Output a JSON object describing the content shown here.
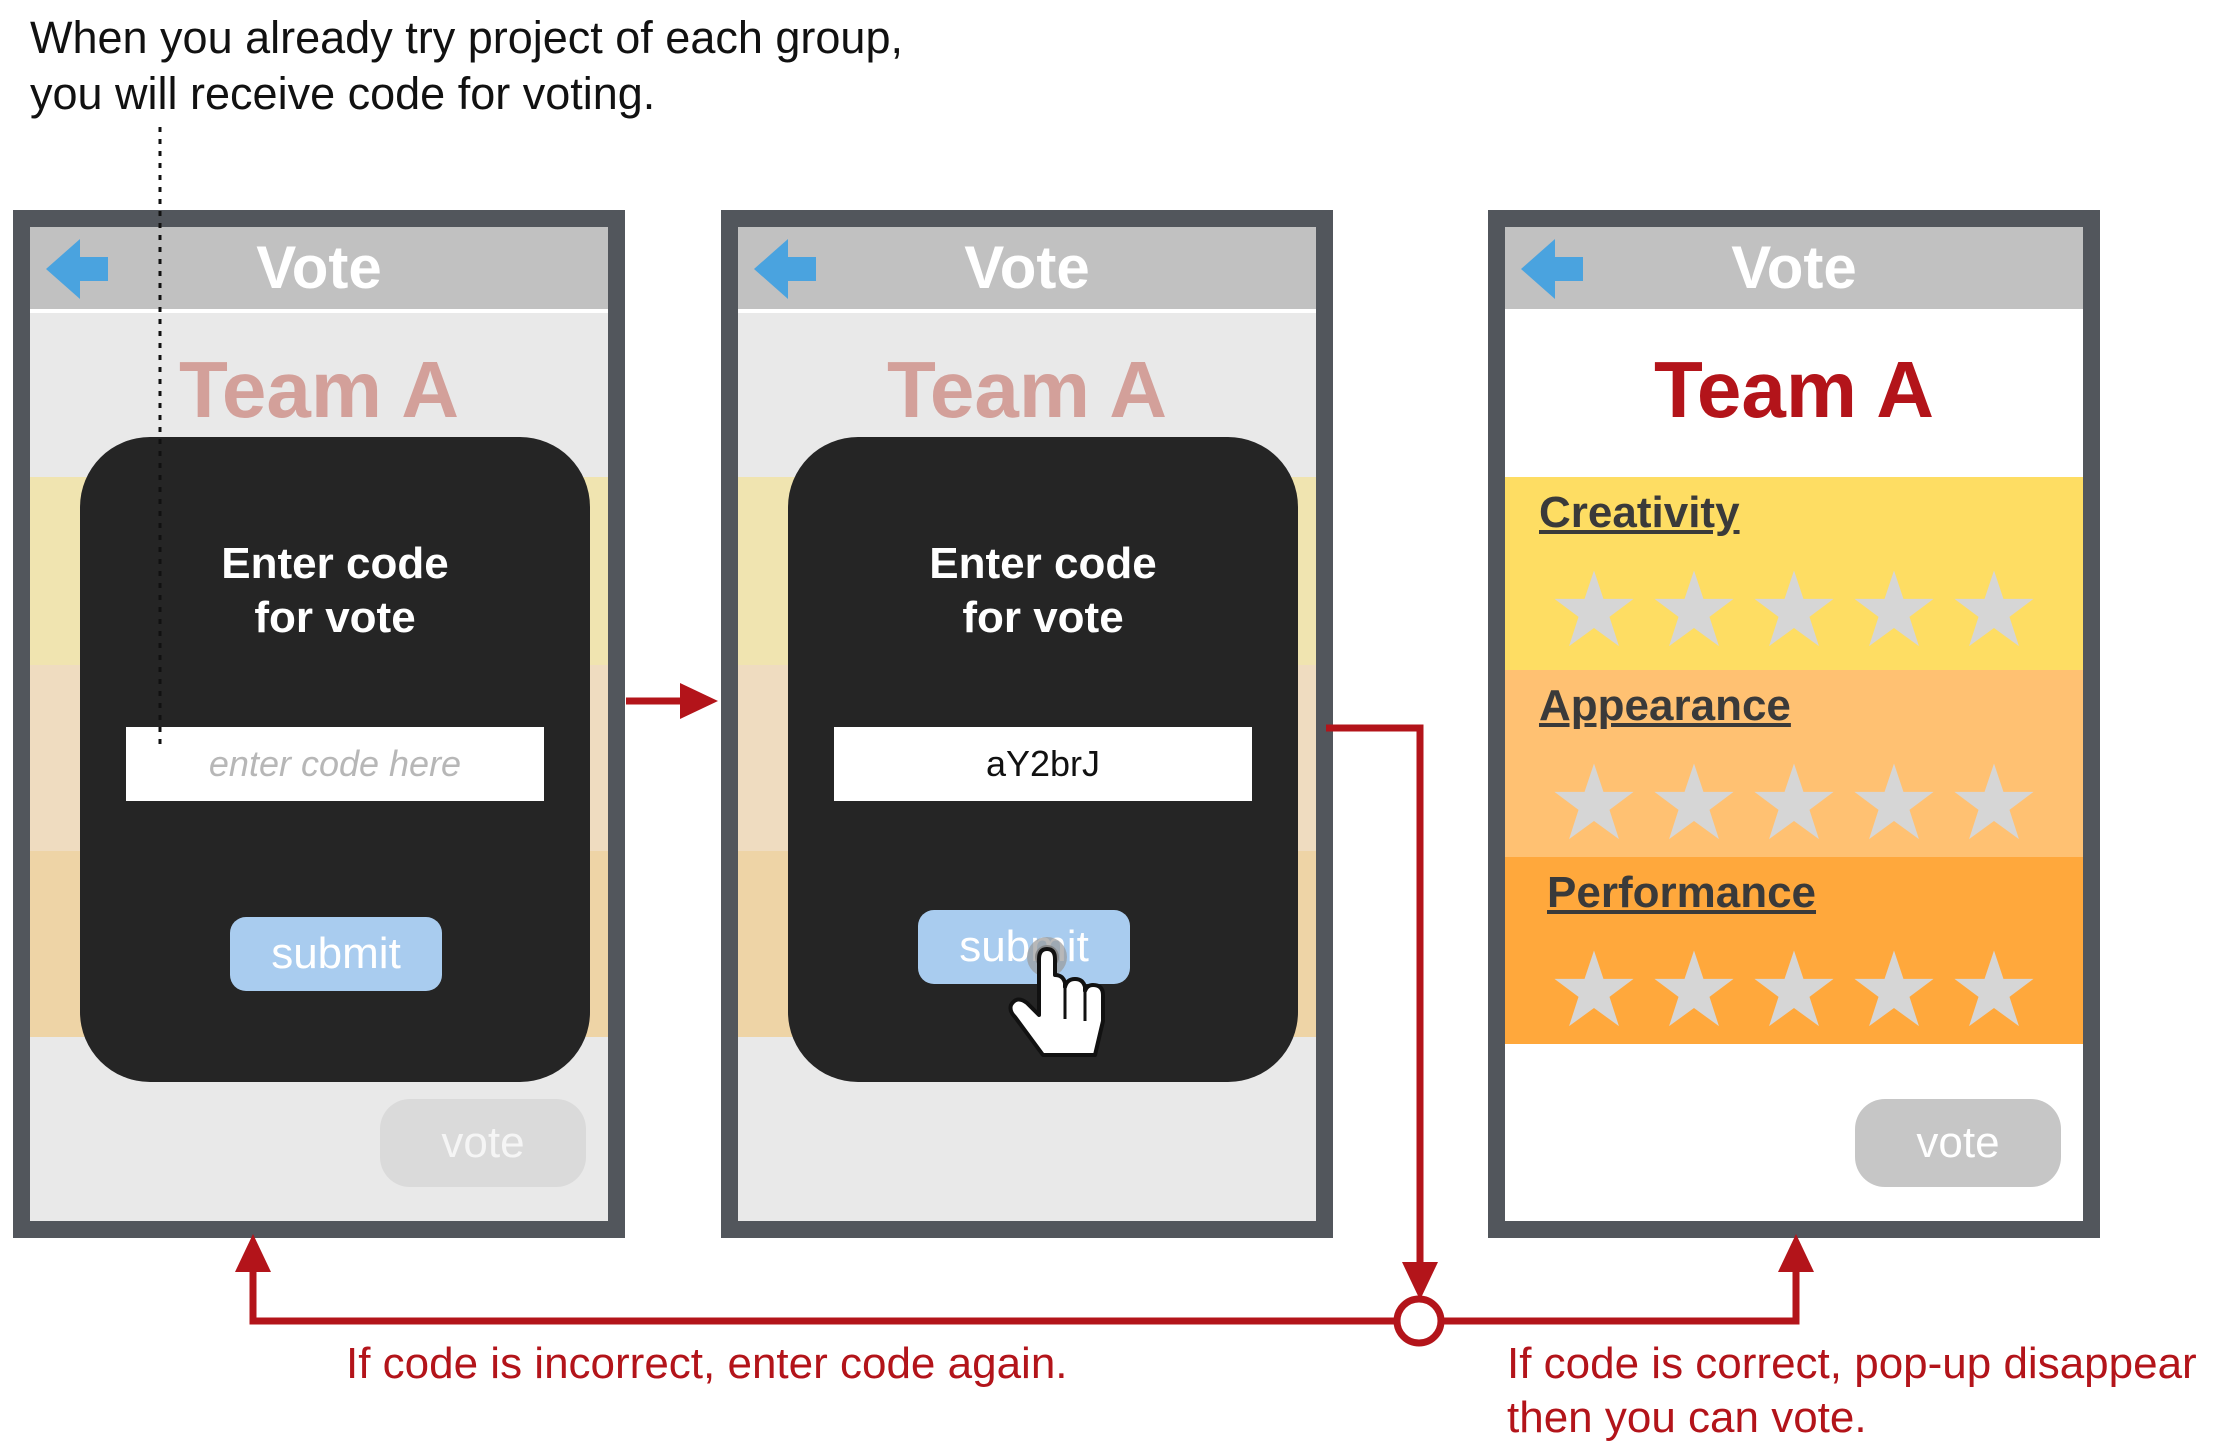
{
  "note": {
    "lines": [
      "When you already try project of each group,",
      "you will receive code for voting."
    ]
  },
  "screens": [
    {
      "header_title": "Vote",
      "team": "Team A",
      "popup": {
        "title_lines": [
          "Enter code",
          "for vote"
        ],
        "input_value": "",
        "input_placeholder": "enter code here",
        "submit_label": "submit"
      },
      "vote_label": "vote"
    },
    {
      "header_title": "Vote",
      "team": "Team A",
      "popup": {
        "title_lines": [
          "Enter code",
          "for vote"
        ],
        "input_value": "aY2brJ",
        "submit_label": "submit"
      },
      "vote_label": "vote"
    },
    {
      "header_title": "Vote",
      "team": "Team A",
      "categories": [
        {
          "label": "Creativity",
          "stars": 5
        },
        {
          "label": "Appearance",
          "stars": 5
        },
        {
          "label": "Performance",
          "stars": 5
        }
      ],
      "vote_label": "vote"
    }
  ],
  "captions": {
    "incorrect": "If code is incorrect, enter code again.",
    "correct_lines": [
      "If code is correct, pop-up disappear",
      "then you can vote."
    ]
  },
  "colors": {
    "phone_frame": "#52565c",
    "header": "#c1c1c1",
    "back_arrow": "#4aa3df",
    "popup": "#252525",
    "submit": "#a9ccef",
    "team_title": "#b3141a",
    "flow_arrows": "#b3141a",
    "creativity_band": "#fedd63",
    "appearance_band": "#ffc172",
    "performance_band": "#ffa83c",
    "star": "#d6d6d6"
  },
  "icons": {
    "back": "arrow-left-icon",
    "star": "star-icon",
    "pointer": "hand-pointer-icon"
  }
}
